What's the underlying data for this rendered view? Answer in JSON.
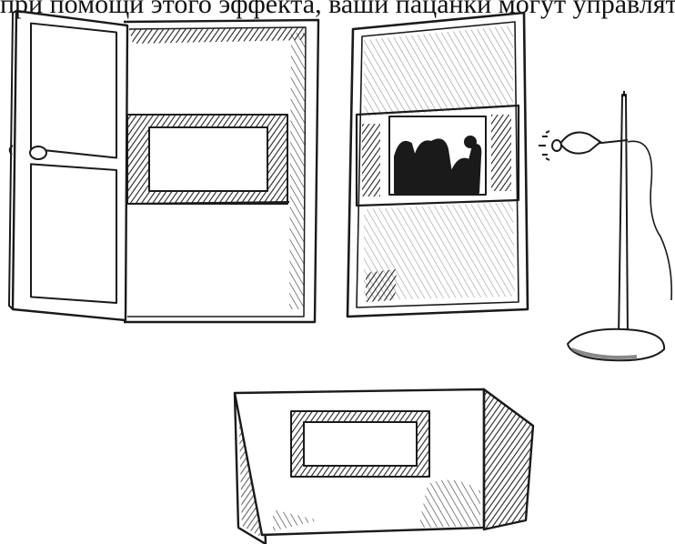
{
  "caption": "при помощи этого эффекта, ваши пацанки могут управлять",
  "colors": {
    "ink": "#1a1a1a",
    "paper": "#ffffff",
    "shade": "#444444"
  },
  "illustrations": [
    {
      "name": "open-door-with-framed-window"
    },
    {
      "name": "hanging-window-frame-with-silhouettes"
    },
    {
      "name": "desk-lamp-on-stand"
    },
    {
      "name": "folding-triptych-board"
    }
  ]
}
